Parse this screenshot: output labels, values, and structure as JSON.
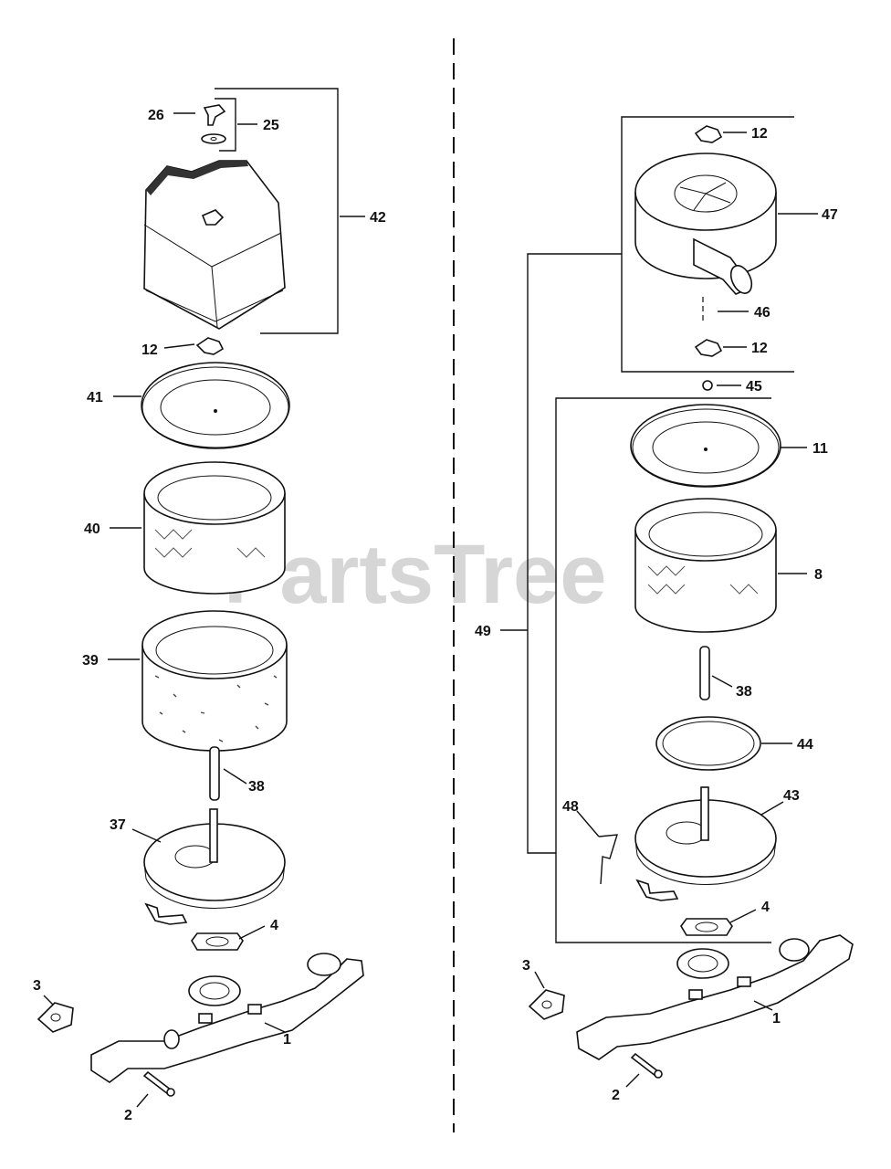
{
  "watermark": "PartsTree",
  "left_callouts": [
    "26",
    "25",
    "42",
    "12",
    "41",
    "40",
    "39",
    "38",
    "37",
    "4",
    "3",
    "1",
    "2"
  ],
  "right_callouts": [
    "12",
    "47",
    "46",
    "12",
    "45",
    "11",
    "8",
    "49",
    "38",
    "44",
    "48",
    "43",
    "4",
    "3",
    "1",
    "2"
  ]
}
